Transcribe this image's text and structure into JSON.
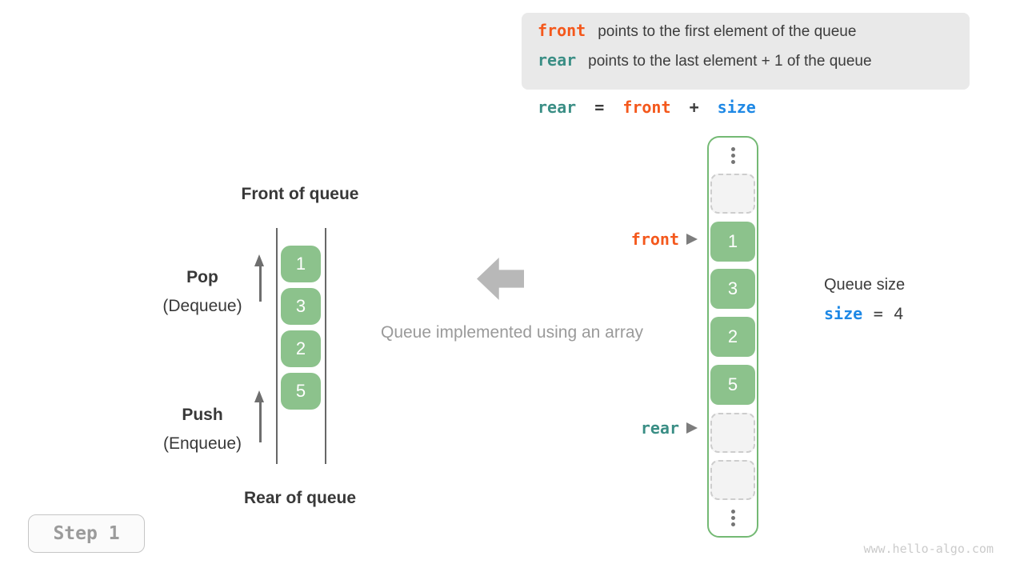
{
  "info_box": {
    "lines": [
      {
        "keyword": "front",
        "text": "points to the first element of the queue"
      },
      {
        "keyword": "rear",
        "text": "points to the last element + 1 of the queue"
      }
    ]
  },
  "formula": {
    "lhs": "rear",
    "eq": "=",
    "rhs1": "front",
    "plus": "+",
    "rhs2": "size"
  },
  "left_queue": {
    "front_label": "Front of queue",
    "rear_label": "Rear of queue",
    "pop_title": "Pop",
    "pop_subtitle": "(Dequeue)",
    "push_title": "Push",
    "push_subtitle": "(Enqueue)",
    "cells": [
      "1",
      "3",
      "2",
      "5"
    ]
  },
  "center": {
    "caption": "Queue implemented using an array"
  },
  "array": {
    "front_pointer": "front",
    "rear_pointer": "rear",
    "slots": [
      {
        "kind": "ellipsis"
      },
      {
        "kind": "empty"
      },
      {
        "kind": "value",
        "value": "1"
      },
      {
        "kind": "value",
        "value": "3"
      },
      {
        "kind": "value",
        "value": "2"
      },
      {
        "kind": "value",
        "value": "5"
      },
      {
        "kind": "empty"
      },
      {
        "kind": "empty"
      },
      {
        "kind": "ellipsis"
      }
    ]
  },
  "queue_size": {
    "label": "Queue size",
    "variable": "size",
    "eq": "=",
    "value": "4"
  },
  "step_badge": {
    "label": "Step 1"
  },
  "watermark": "www.hello-algo.com",
  "colors": {
    "front": "#f4581c",
    "rear": "#3a8e85",
    "size": "#1e88e5",
    "cell_green": "#8cc28c",
    "array_border": "#74b974",
    "legend_bg": "#e9e9e9",
    "text_dark": "#3c3c3c",
    "text_gray": "#9a9a9a"
  }
}
